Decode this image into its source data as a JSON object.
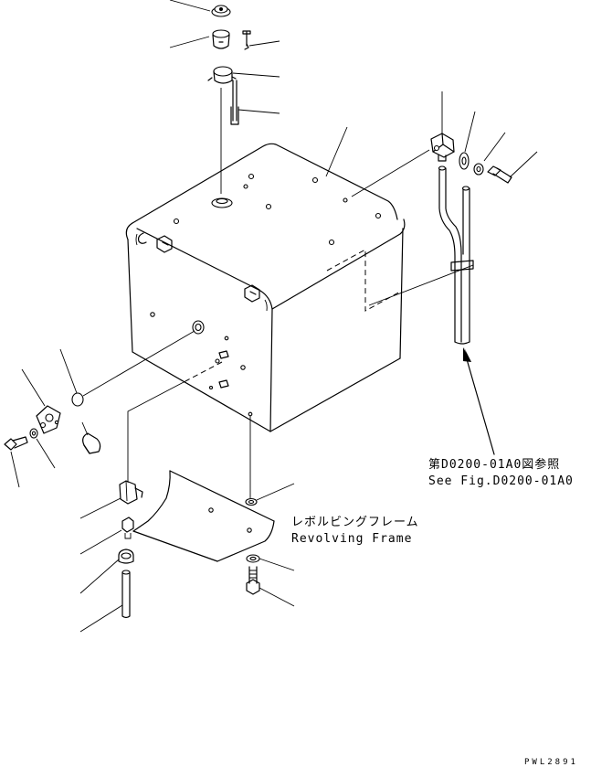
{
  "reference": {
    "jp": "第D0200-01A0図参照",
    "en": "See Fig.D0200-01A0"
  },
  "frame_label": {
    "jp": "レボルビングフレーム",
    "en": "Revolving Frame"
  },
  "drawing_code": "PWL2891"
}
